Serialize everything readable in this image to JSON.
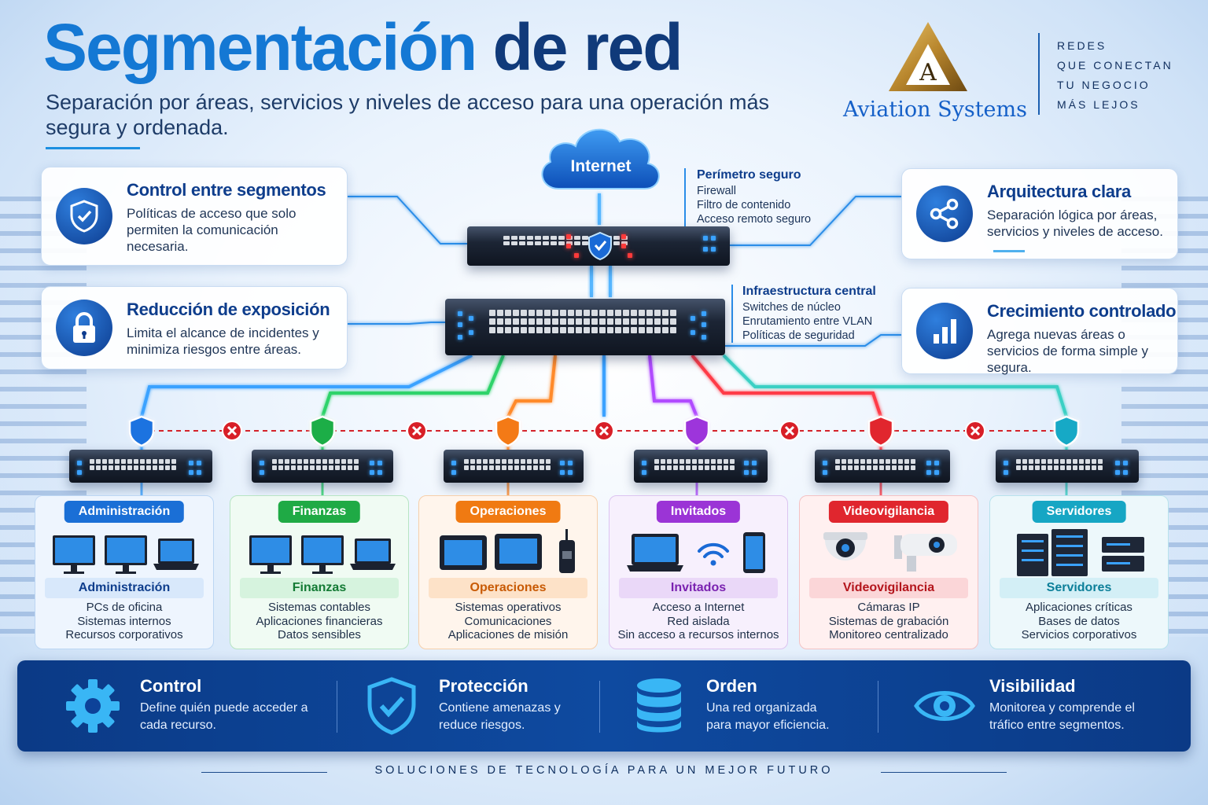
{
  "header": {
    "title_main": "Segmentación",
    "title_rest": " de red",
    "subtitle": "Separación por áreas, servicios y niveles de acceso para una operación más segura y ordenada."
  },
  "brand": {
    "logo_letter": "A",
    "name": "Aviation Systems",
    "tagline": [
      "REDES",
      "QUE CONECTAN",
      "TU NEGOCIO",
      "MÁS LEJOS"
    ]
  },
  "cards": {
    "control": {
      "title": "Control entre segmentos",
      "text": "Políticas de acceso que solo permiten la comunicación necesaria.",
      "icon": "shield-check-icon"
    },
    "exposicion": {
      "title": "Reducción de exposición",
      "text": "Limita el alcance de incidentes y minimiza riesgos entre áreas.",
      "icon": "lock-icon"
    },
    "arquitectura": {
      "title": "Arquitectura clara",
      "text": "Separación lógica por áreas, servicios y niveles de acceso.",
      "icon": "share-nodes-icon"
    },
    "crecimiento": {
      "title": "Crecimiento controlado",
      "text": "Agrega nuevas áreas o servicios de forma simple y segura.",
      "icon": "bar-chart-icon"
    }
  },
  "network": {
    "internet": "Internet",
    "perimetro": {
      "title": "Perímetro seguro",
      "items": [
        "Firewall",
        "Filtro de contenido",
        "Acceso remoto seguro"
      ]
    },
    "infra": {
      "title": "Infraestructura central",
      "items": [
        "Switches de núcleo",
        "Enrutamiento entre VLAN",
        "Políticas de seguridad"
      ]
    }
  },
  "zones": [
    {
      "pill": "Administración",
      "sub": "Administración",
      "lines": [
        "PCs de oficina",
        "Sistemas internos",
        "Recursos corporativos"
      ],
      "color": "#1a6fd6",
      "bg": "#eef5fe",
      "border": "#bcd6f3",
      "subbg": "#d8e8fb",
      "subfg": "#0e3d8c"
    },
    {
      "pill": "Finanzas",
      "sub": "Finanzas",
      "lines": [
        "Sistemas contables",
        "Aplicaciones financieras",
        "Datos sensibles"
      ],
      "color": "#1faa45",
      "bg": "#f0fbf3",
      "border": "#b7e4c3",
      "subbg": "#d6f3de",
      "subfg": "#137a34"
    },
    {
      "pill": "Operaciones",
      "sub": "Operaciones",
      "lines": [
        "Sistemas operativos",
        "Comunicaciones",
        "Aplicaciones de misión"
      ],
      "color": "#f07a12",
      "bg": "#fff5ec",
      "border": "#f6cfaa",
      "subbg": "#fde2c8",
      "subfg": "#c85a05"
    },
    {
      "pill": "Invitados",
      "sub": "Invitados",
      "lines": [
        "Acceso a Internet",
        "Red aislada",
        "Sin acceso a recursos internos"
      ],
      "color": "#9b34d6",
      "bg": "#f7f0fd",
      "border": "#dcc4f0",
      "subbg": "#ead8f8",
      "subfg": "#7a22b0"
    },
    {
      "pill": "Videovigilancia",
      "sub": "Videovigilancia",
      "lines": [
        "Cámaras IP",
        "Sistemas de grabación",
        "Monitoreo centralizado"
      ],
      "color": "#e0262e",
      "bg": "#fff0f0",
      "border": "#f3c2c4",
      "subbg": "#fbd6d8",
      "subfg": "#b4151c"
    },
    {
      "pill": "Servidores",
      "sub": "Servidores",
      "lines": [
        "Aplicaciones críticas",
        "Bases de datos",
        "Servicios corporativos"
      ],
      "color": "#16a6c4",
      "bg": "#edf8fb",
      "border": "#b8e2ec",
      "subbg": "#d3eff6",
      "subfg": "#0c7f99"
    }
  ],
  "benefits": [
    {
      "title": "Control",
      "text": "Define quién puede acceder a cada recurso.",
      "icon": "gear-icon"
    },
    {
      "title": "Protección",
      "text": "Contiene amenazas y reduce riesgos.",
      "icon": "shield-check-icon"
    },
    {
      "title": "Orden",
      "text": "Una red organizada para mayor eficiencia.",
      "icon": "database-icon"
    },
    {
      "title": "Visibilidad",
      "text": "Monitorea y comprende el tráfico entre segmentos.",
      "icon": "eye-icon"
    }
  ],
  "footer": "SOLUCIONES DE TECNOLOGÍA PARA UN MEJOR FUTURO"
}
